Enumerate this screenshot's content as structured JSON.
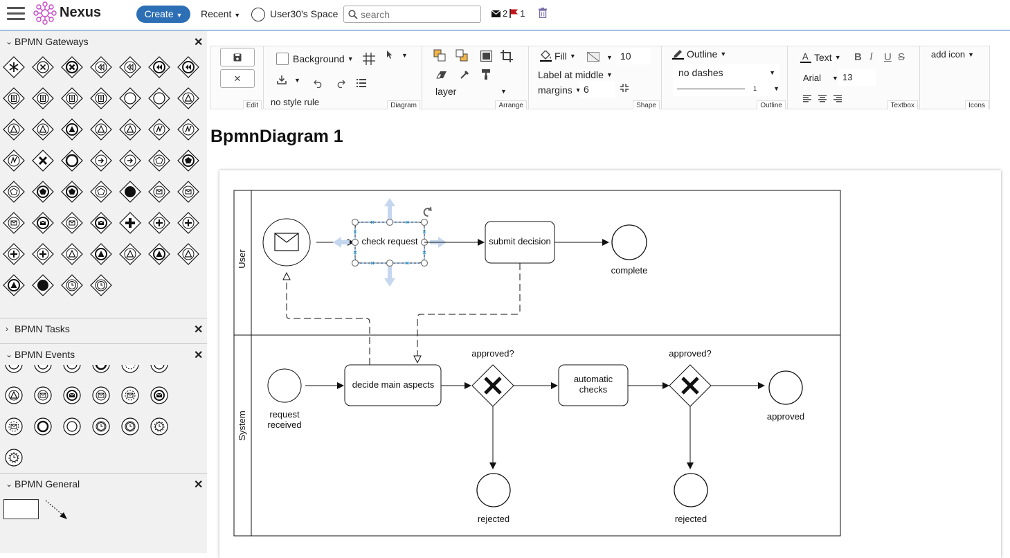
{
  "header": {
    "brand": "Nexus",
    "create_label": "Create",
    "recent_label": "Recent",
    "space_label": "User30's Space",
    "search_placeholder": "search",
    "mail_count": "2",
    "flag_count": "1"
  },
  "sidebar": {
    "gateways_title": "BPMN Gateways",
    "tasks_title": "BPMN Tasks",
    "events_title": "BPMN Events",
    "general_title": "BPMN General"
  },
  "toolbar": {
    "edit_label": "Edit",
    "diagram_label": "Diagram",
    "arrange_label": "Arrange",
    "shape_label": "Shape",
    "outline_group_label": "Outline",
    "textbox_label": "Textbox",
    "icons_label": "Icons",
    "background": "Background",
    "style_rule": "no style rule",
    "layer": "layer",
    "fill": "Fill",
    "opacity": "10",
    "label_position": "Label at middle",
    "margins": "margins",
    "margins_value": "6",
    "outline": "Outline",
    "dashes": "no dashes",
    "line_width": "1",
    "text": "Text",
    "font": "Arial",
    "font_size": "13",
    "add_icon": "add icon"
  },
  "page_title": "BpmnDiagram 1",
  "diagram": {
    "lane_user": "User",
    "lane_system": "System",
    "task_check_request": "check request",
    "task_submit_decision": "submit decision",
    "event_complete": "complete",
    "event_request_received_1": "request",
    "event_request_received_2": "received",
    "task_decide_main_aspects": "decide main aspects",
    "gateway_label_1": "approved?",
    "task_automatic_checks_1": "automatic",
    "task_automatic_checks_2": "checks",
    "gateway_label_2": "approved?",
    "event_approved": "approved",
    "event_rejected_1": "rejected",
    "event_rejected_2": "rejected"
  },
  "colors": {
    "accent": "#2d6fb5",
    "flag": "#c0161d",
    "logo": "#c548c4",
    "selection": "#c5d6ef"
  }
}
